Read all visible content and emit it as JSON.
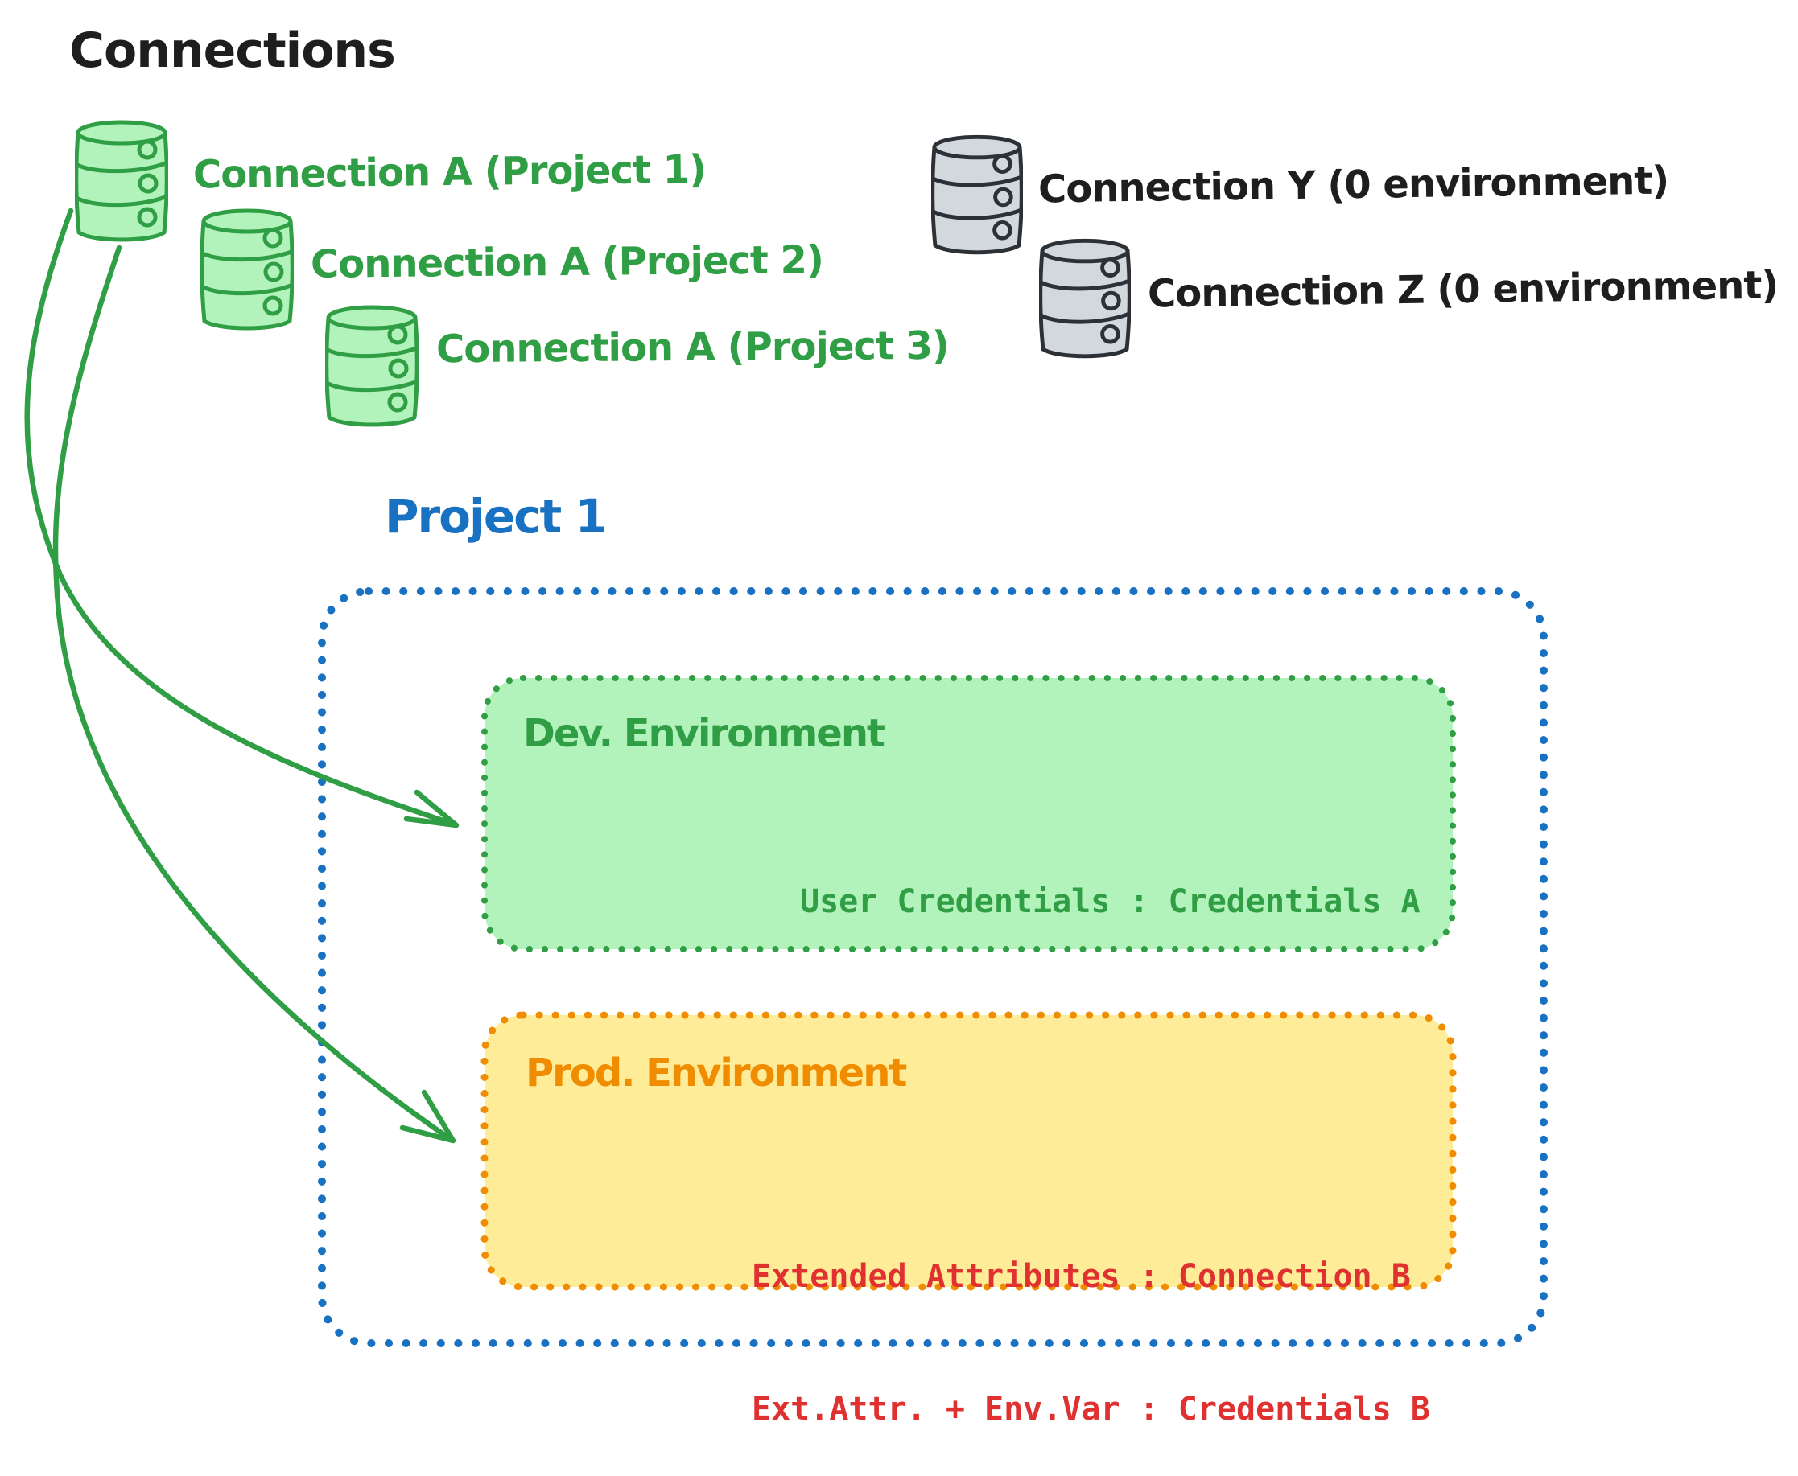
{
  "canvas": {
    "title": "Connections"
  },
  "colors": {
    "ink": "#1e1e1e",
    "green": "#2f9e44",
    "green_fill": "#b2f2bb",
    "blue": "#1971c2",
    "orange": "#f08c00",
    "yellow_fill": "#ffec99",
    "red": "#e03131",
    "gray_fill": "#d3d8dc"
  },
  "connections": {
    "assigned": [
      {
        "icon": "database-icon",
        "label": "Connection A (Project 1)"
      },
      {
        "icon": "database-icon",
        "label": "Connection A (Project 2)"
      },
      {
        "icon": "database-icon",
        "label": "Connection A (Project 3)"
      }
    ],
    "unassigned": [
      {
        "icon": "database-icon",
        "label": "Connection Y (0 environment)"
      },
      {
        "icon": "database-icon",
        "label": "Connection Z (0 environment)"
      }
    ]
  },
  "project": {
    "title": "Project 1",
    "dev_environment": {
      "title": "Dev. Environment",
      "mapping": "User Credentials : Credentials A"
    },
    "prod_environment": {
      "title": "Prod. Environment",
      "mappings": [
        "Extended Attributes : Connection B",
        "Ext.Attr. + Env.Var : Credentials B"
      ]
    }
  }
}
